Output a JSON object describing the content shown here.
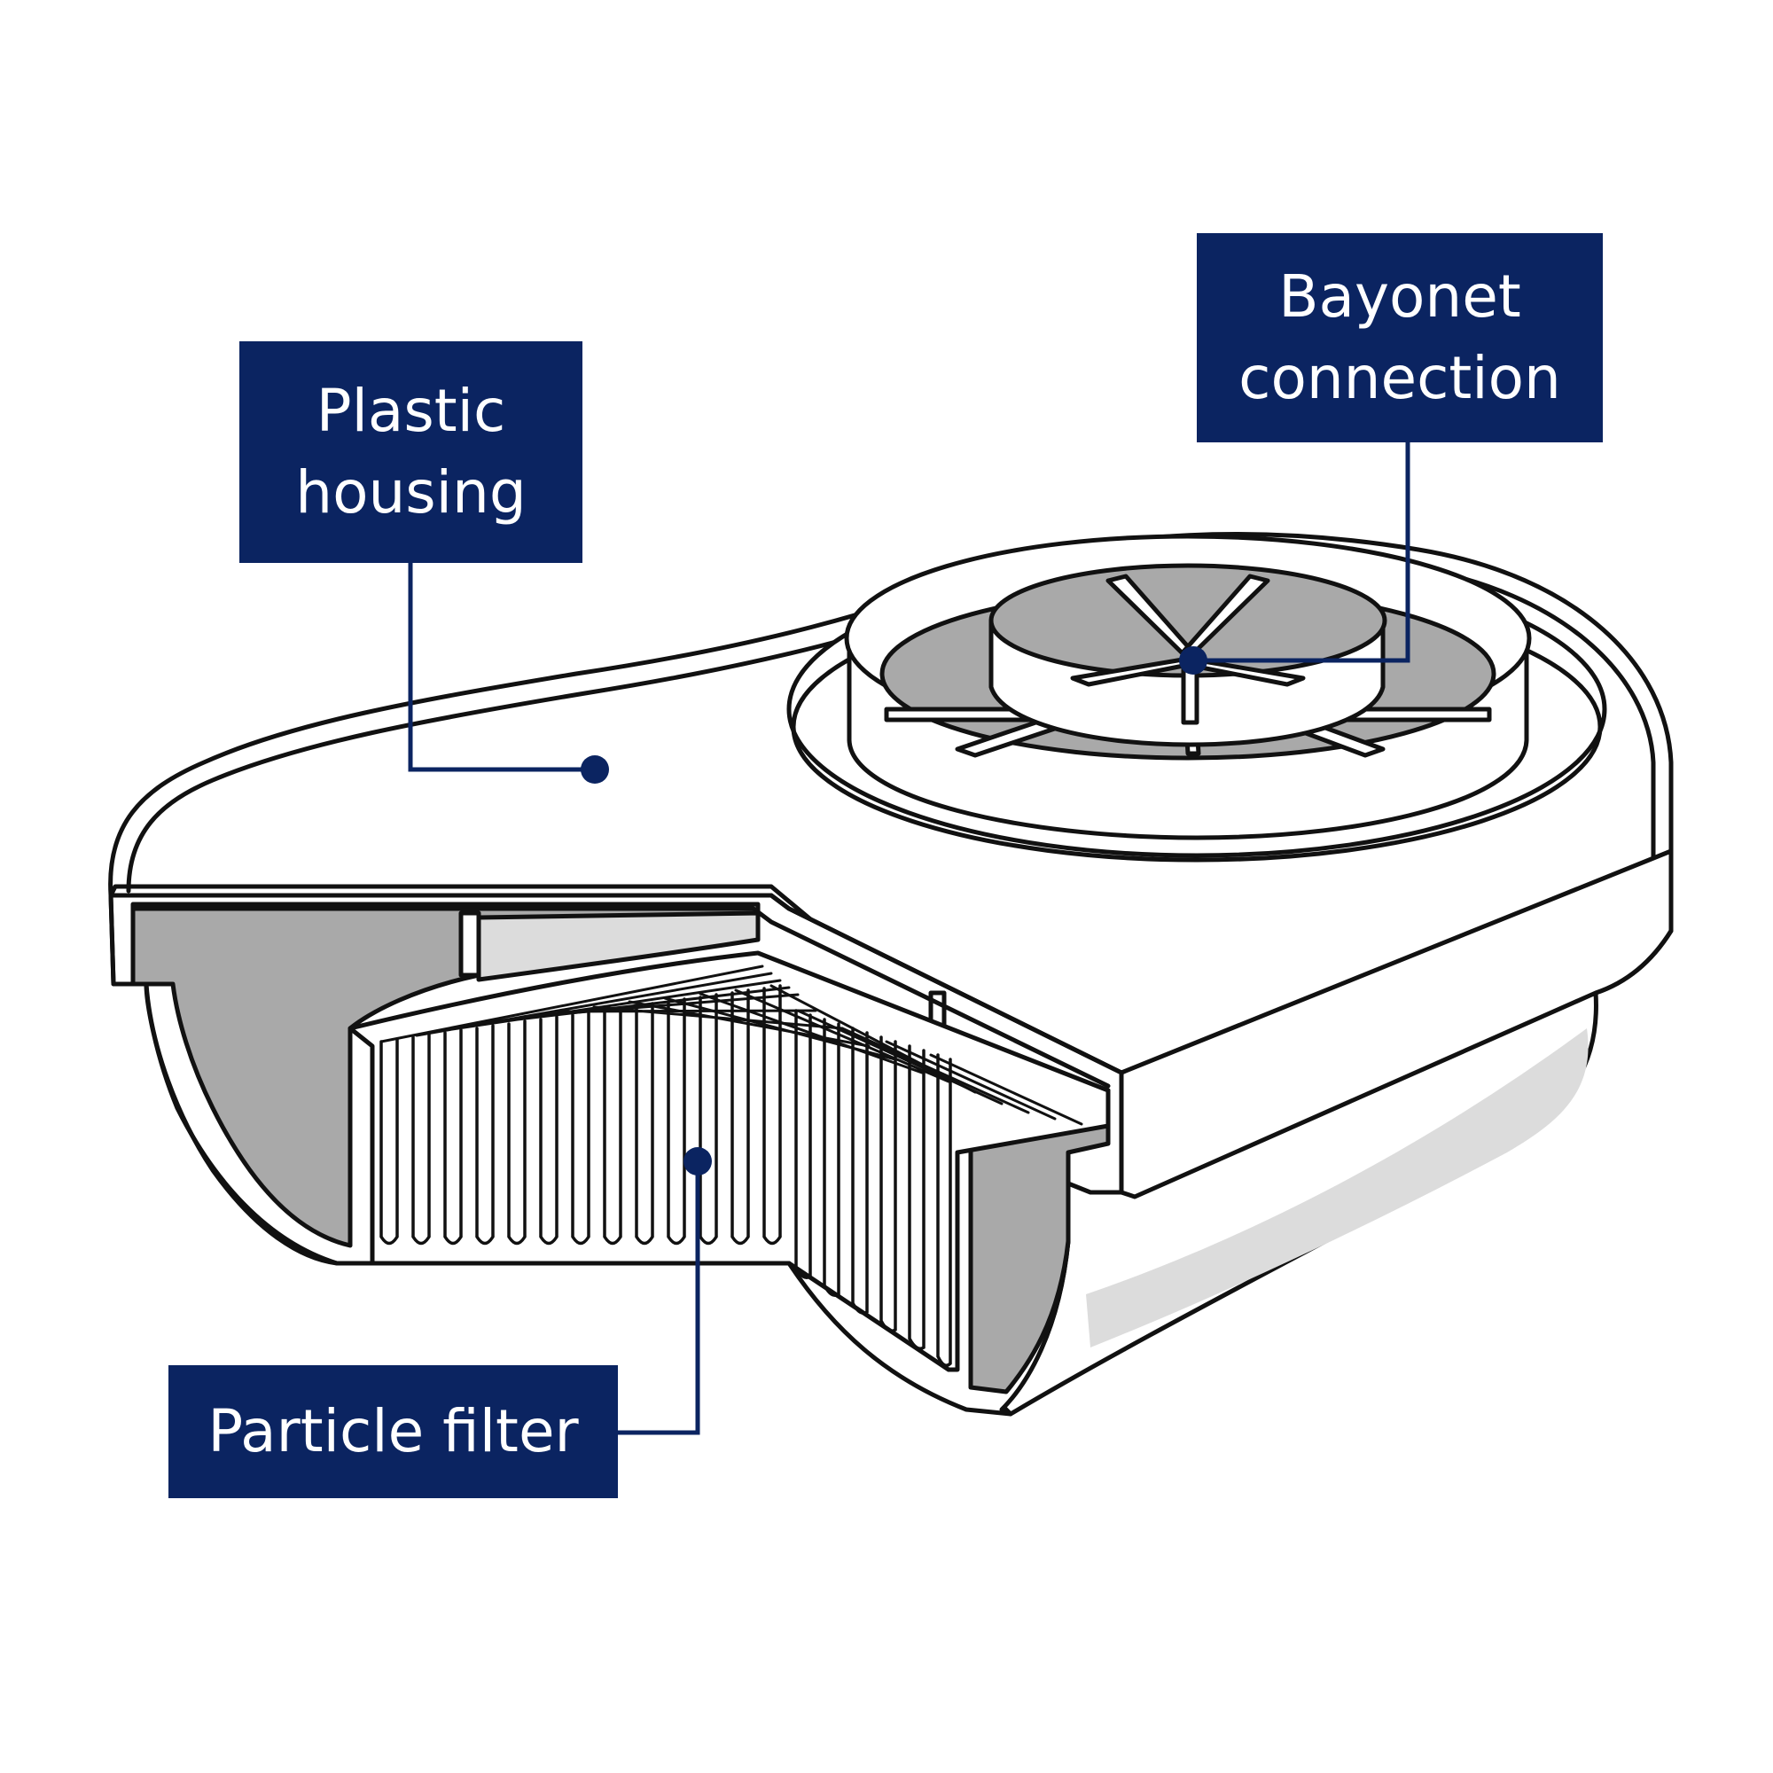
{
  "labels": {
    "plastic_housing": {
      "line1": "Plastic",
      "line2": "housing"
    },
    "bayonet_connection": {
      "line1": "Bayonet",
      "line2": "connection"
    },
    "particle_filter": {
      "text": "Particle filter"
    }
  },
  "colors": {
    "label_background": "#0b2461",
    "label_text": "#ffffff",
    "outline": "#111111",
    "interior_gray": "#a9a9a9",
    "light_gray": "#dcdcdc"
  }
}
